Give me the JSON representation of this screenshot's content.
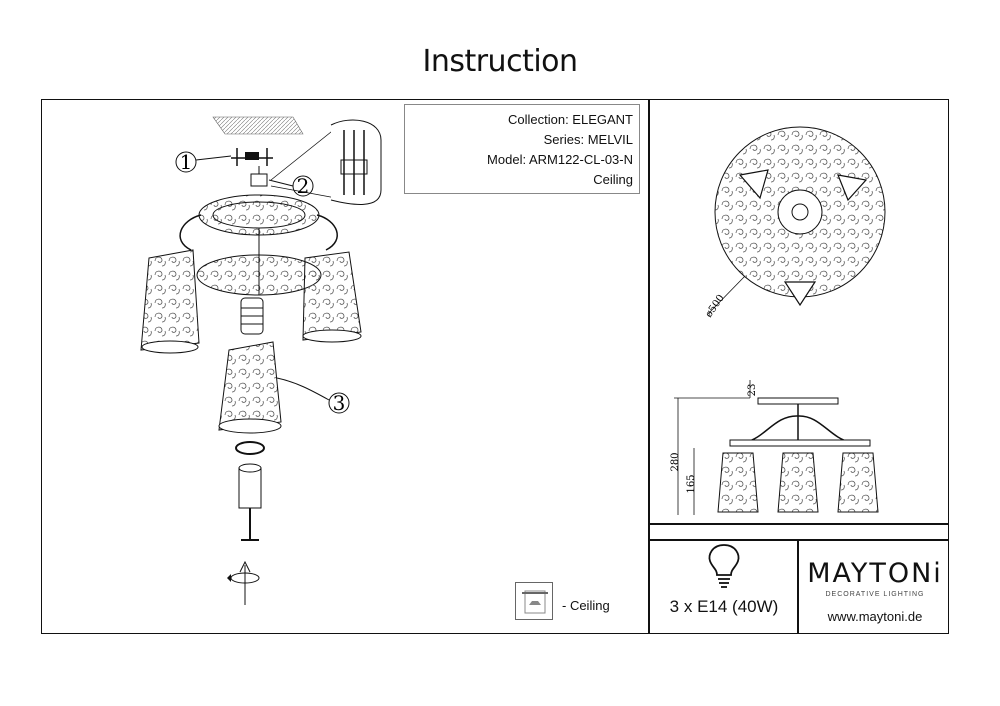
{
  "header": {
    "title": "Instruction"
  },
  "info": {
    "collection": "Collection: ELEGANT",
    "series": "Series: MELVIL",
    "model": "Model: ARM122-CL-03-N",
    "mount": "Ceiling"
  },
  "diagram": {
    "callouts": [
      "1",
      "2",
      "3"
    ],
    "dim_diameter": "ø500",
    "dim_top": "23",
    "dim_total": "280",
    "dim_shade": "165"
  },
  "legend": {
    "ceiling": "- Ceiling"
  },
  "bulb": {
    "spec": "3 x E14 (40W)"
  },
  "brand": {
    "name": "MAYTONi",
    "tagline": "DECORATIVE LIGHTING",
    "website": "www.maytoni.de"
  },
  "colors": {
    "line": "#111111",
    "pattern": "#555555"
  }
}
